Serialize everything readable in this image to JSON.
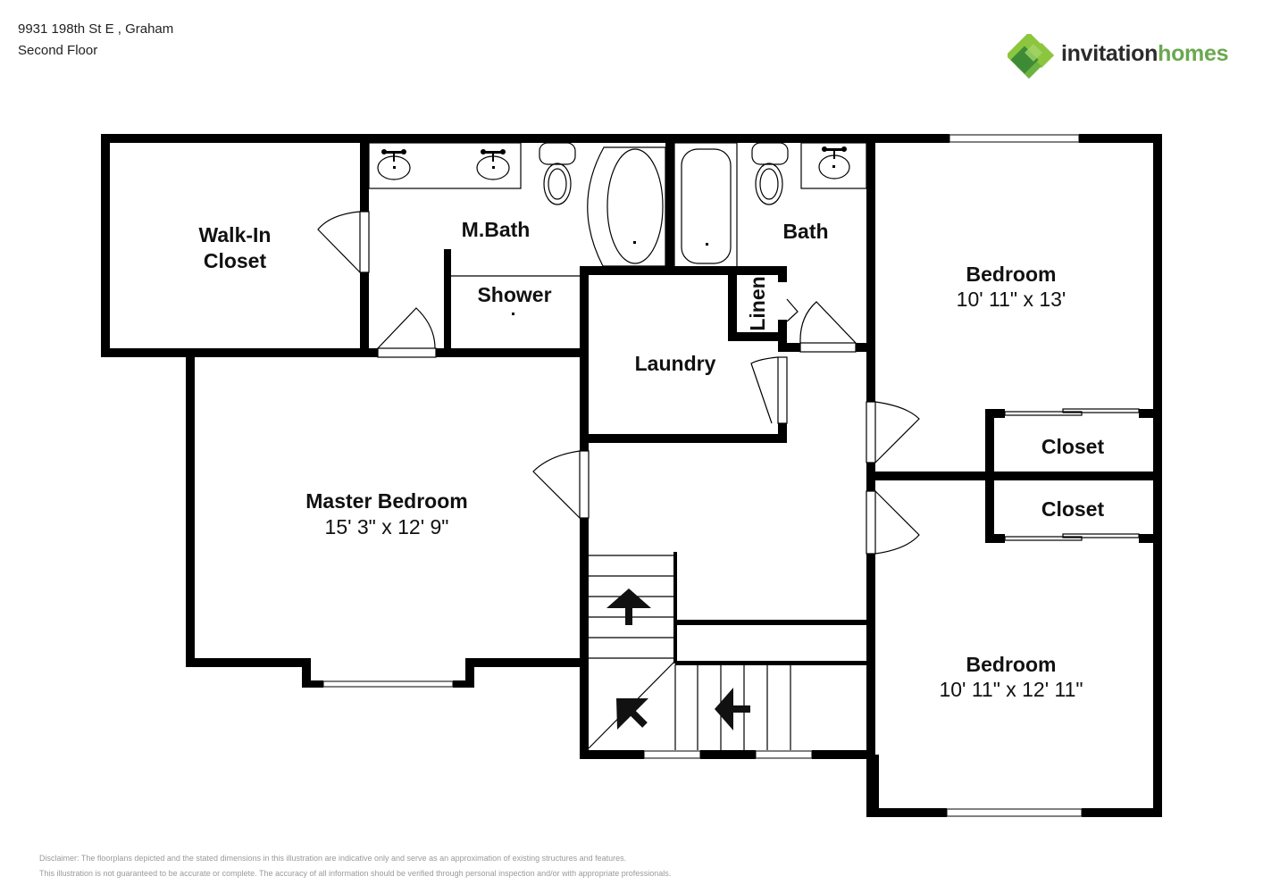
{
  "header": {
    "address": "9931 198th St E , Graham",
    "floor": "Second Floor"
  },
  "logo": {
    "word1": "invitation",
    "word2": "homes",
    "colors": {
      "dark_green": "#3d8b37",
      "light_green": "#8cc63f",
      "text_dark": "#2b2b2b",
      "text_green": "#6aa84f"
    }
  },
  "rooms": {
    "walk_in_closet": {
      "line1": "Walk-In",
      "line2": "Closet"
    },
    "master_bath": {
      "name": "M.Bath"
    },
    "shower": {
      "name": "Shower"
    },
    "bath": {
      "name": "Bath"
    },
    "linen": {
      "name": "Linen"
    },
    "laundry": {
      "name": "Laundry"
    },
    "master_bedroom": {
      "name": "Master Bedroom",
      "dims": "15' 3\" x 12' 9\""
    },
    "bedroom_1": {
      "name": "Bedroom",
      "dims": "10' 11\" x 13'"
    },
    "bedroom_2": {
      "name": "Bedroom",
      "dims": "10' 11\" x 12' 11\""
    },
    "closet_1": {
      "name": "Closet"
    },
    "closet_2": {
      "name": "Closet"
    }
  },
  "disclaimer": {
    "line1": "Disclaimer: The floorplans depicted and the stated dimensions in this illustration are indicative only and serve as an approximation of existing structures and features.",
    "line2": "This illustration is not guaranteed to be accurate or complete. The accuracy of all information should be verified through personal inspection and/or with appropriate professionals."
  }
}
